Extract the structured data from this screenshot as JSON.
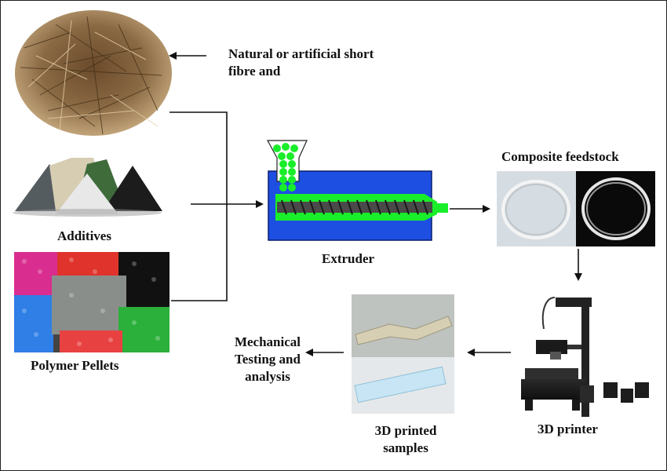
{
  "labels": {
    "fibre": "Natural or artificial short fibre and",
    "additives": "Additives",
    "pellets": "Polymer Pellets",
    "extruder": "Extruder",
    "feedstock": "Composite feedstock",
    "printer": "3D printer",
    "samples": "3D printed samples",
    "testing": "Mechanical Testing and analysis"
  },
  "colors": {
    "extruder_body": "#1e4fe3",
    "extruder_green": "#19ee2a",
    "arrow": "#111111"
  }
}
